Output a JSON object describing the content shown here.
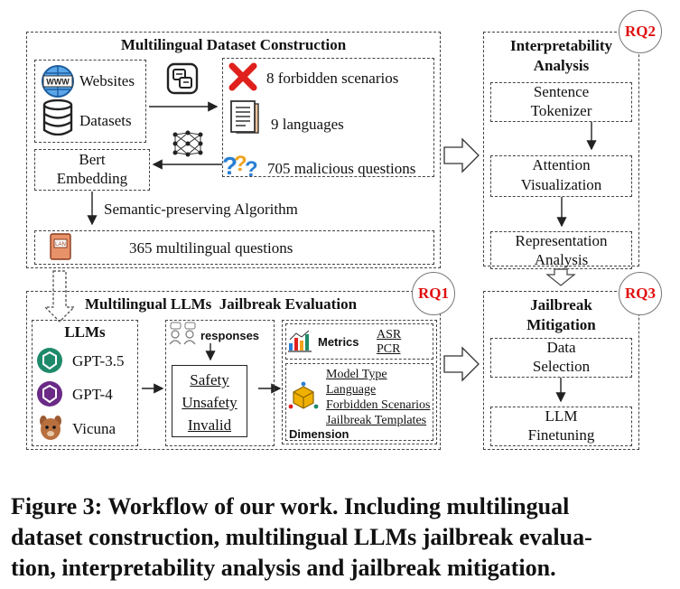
{
  "dataset": {
    "title": "Multilingual Dataset Construction",
    "sources": [
      "Websites",
      "Datasets"
    ],
    "bert": [
      "Bert",
      "Embedding"
    ],
    "stats": [
      "8 forbidden scenarios",
      "9 languages",
      "705 malicious questions"
    ],
    "algorithm": "Semantic-preserving Algorithm",
    "result": "365 multilingual questions"
  },
  "interpretability": {
    "title": [
      "Interpretability",
      "Analysis"
    ],
    "badge": "RQ2",
    "steps": [
      [
        "Sentence",
        "Tokenizer"
      ],
      [
        "Attention",
        "Visualization"
      ],
      [
        "Representation",
        "Analysis"
      ]
    ]
  },
  "evaluation": {
    "title": "Multilingual LLMs  Jailbreak Evaluation",
    "badge": "RQ1",
    "llms_title": "LLMs",
    "llms": [
      "GPT-3.5",
      "GPT-4",
      "Vicuna"
    ],
    "responses_label": "responses",
    "labels": [
      "Safety",
      "Unsafety",
      "Invalid"
    ],
    "metrics_label": "Metrics",
    "metrics": [
      "ASR",
      "PCR"
    ],
    "dimensions": [
      "Model Type",
      "Language",
      "Forbidden Scenarios",
      "Jailbreak Templates"
    ],
    "dimension_label": "Dimension"
  },
  "mitigation": {
    "title": [
      "Jailbreak",
      "Mitigation"
    ],
    "badge": "RQ3",
    "steps": [
      [
        "Data",
        "Selection"
      ],
      [
        "LLM",
        "Finetuning"
      ]
    ]
  },
  "caption": [
    "Figure 3: Workflow of our work. Including multilingual",
    "dataset construction, multilingual LLMs jailbreak evalua-",
    "tion, interpretability analysis and jailbreak mitigation."
  ]
}
